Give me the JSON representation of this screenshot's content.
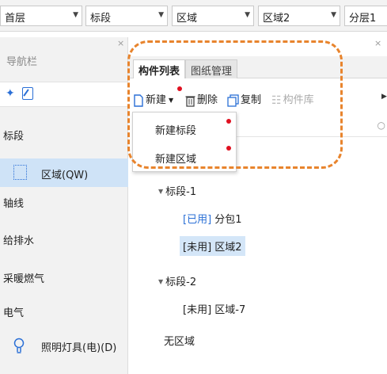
{
  "topbar": {
    "floor": "首层",
    "section": "标段",
    "region": "区域",
    "region2": "区域2",
    "layer": "分层1"
  },
  "nav": {
    "title": "导航栏",
    "close": "×",
    "rows": [
      {
        "label": "标段"
      },
      {
        "label": "区域(QW)"
      },
      {
        "label": "轴线"
      },
      {
        "label": "给排水"
      },
      {
        "label": "采暖燃气"
      },
      {
        "label": "电气"
      },
      {
        "label": "照明灯具(电)(D)"
      }
    ]
  },
  "panel": {
    "close": "×",
    "tabs": [
      "构件列表",
      "图纸管理"
    ],
    "toolbar": {
      "new": "新建",
      "delete": "删除",
      "copy": "复制",
      "library": "构件库"
    },
    "menu": [
      "新建标段",
      "新建区域"
    ],
    "tree": {
      "section1": "标段-1",
      "pkg1_tag": "[已用]",
      "pkg1_name": "分包1",
      "area2_tag": "[未用]",
      "area2_name": "区域2",
      "section2": "标段-2",
      "area7_tag": "[未用]",
      "area7_name": "区域-7",
      "no_area": "无区域"
    }
  },
  "colors": {
    "highlight": "#e8842d",
    "accent": "#2a6fd6",
    "badge": "#e01020"
  }
}
